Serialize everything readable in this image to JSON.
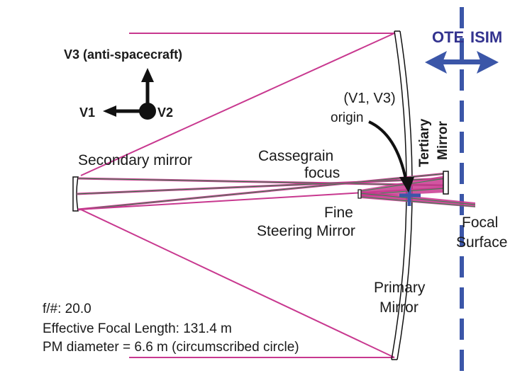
{
  "colors": {
    "ray_magenta": "#c8388f",
    "ray_green": "#2e8a4a",
    "boundary_blue": "#3b56a8",
    "label_blue": "#33338f",
    "text": "#1a1a1a"
  },
  "axes": {
    "v3_label": "V3 (anti-spacecraft)",
    "v1_label": "V1",
    "v2_label": "V2"
  },
  "boundary": {
    "left_label": "OTE",
    "right_label": "ISIM"
  },
  "labels": {
    "origin_line1": "(V1, V3)",
    "origin_line2": "origin",
    "secondary_mirror": "Secondary mirror",
    "cassegrain_line1": "Cassegrain",
    "cassegrain_line2": "focus",
    "tertiary_line1": "Tertiary",
    "tertiary_line2": "Mirror",
    "fsm_line1": "Fine",
    "fsm_line2": "Steering Mirror",
    "focal_line1": "Focal",
    "focal_line2": "Surface",
    "primary_line1": "Primary",
    "primary_line2": "Mirror"
  },
  "specs": {
    "f_number": "f/#: 20.0",
    "efl": "Effective Focal Length: 131.4 m",
    "pm_diameter": "PM diameter = 6.6 m (circumscribed circle)"
  }
}
